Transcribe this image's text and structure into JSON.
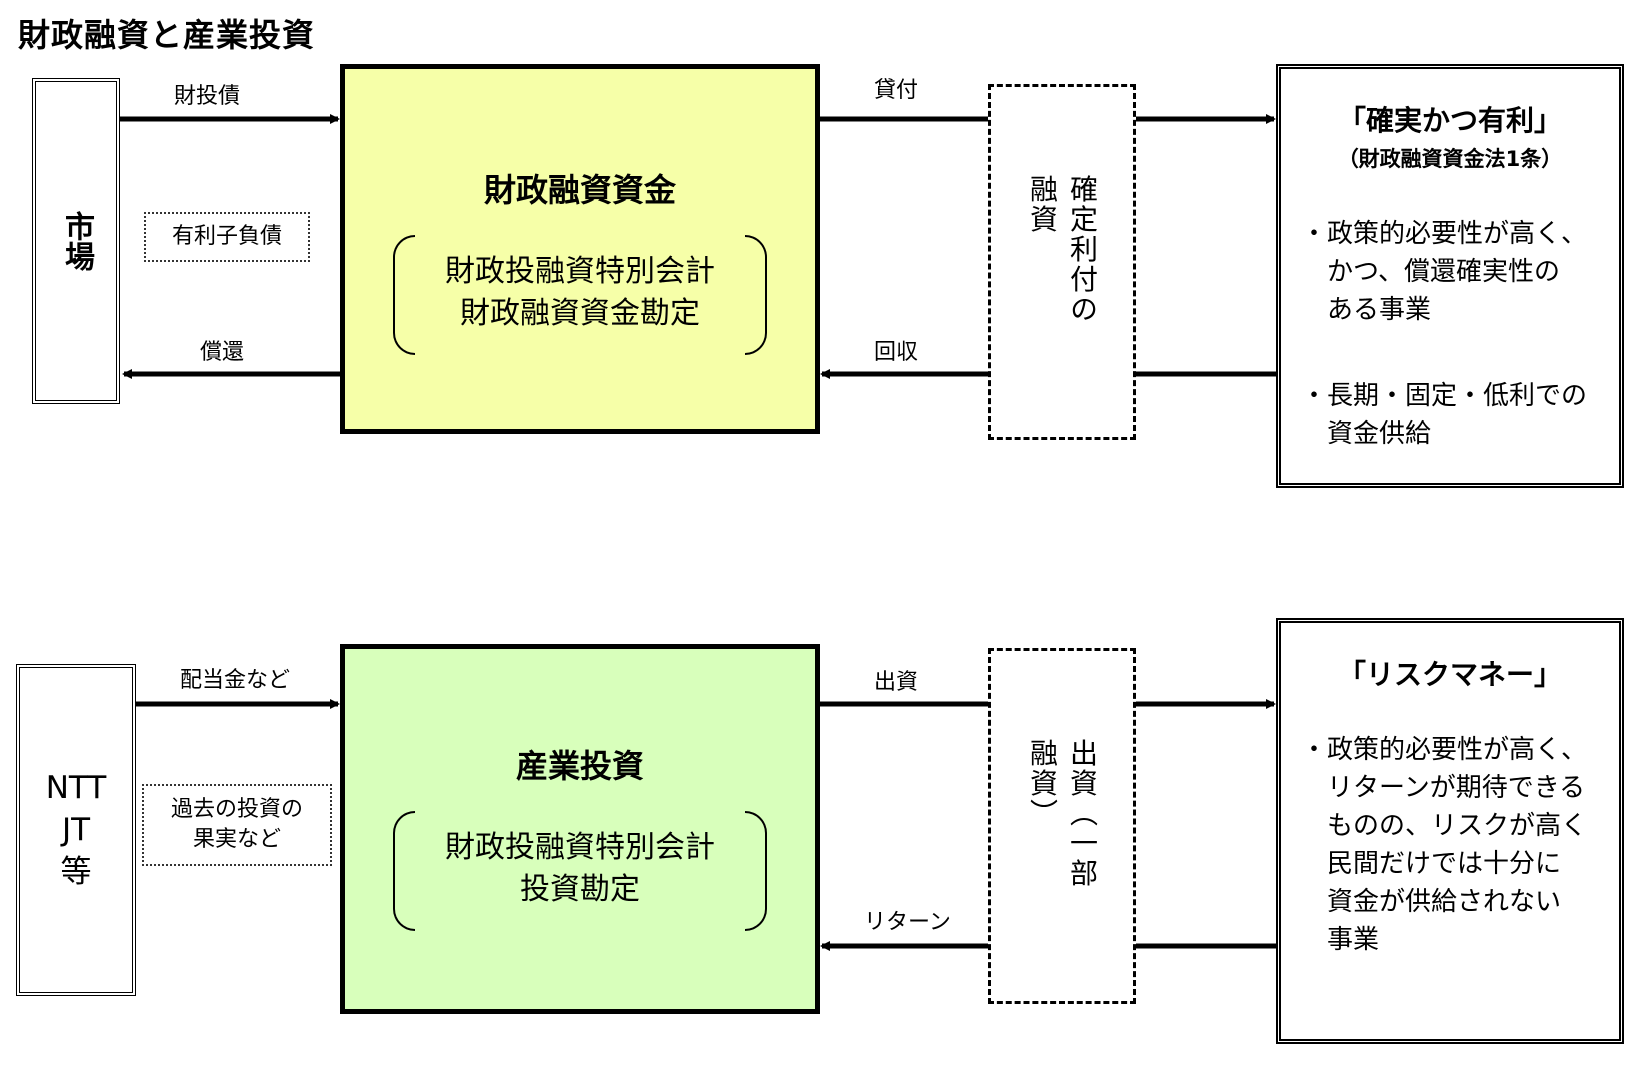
{
  "title": "財政融資と産業投資",
  "top": {
    "market_label": "市場",
    "arrow_in_label": "財投債",
    "arrow_out_label": "償還",
    "debt_label": "有利子負債",
    "main_title": "財政融資資金",
    "account_line1": "財政投融資特別会計",
    "account_line2": "財政融資資金勘定",
    "lend_label": "貸付",
    "collect_label": "回収",
    "middle_label": "確定利付の融資",
    "right_heading": "「確実かつ有利」",
    "right_subheading": "（財政融資資金法1条）",
    "right_lines": [
      "・政策的必要性が高く、",
      "　かつ、償還確実性の",
      "　ある事業",
      "",
      "・長期・固定・低利での",
      "　資金供給"
    ]
  },
  "bottom": {
    "source_lines": [
      "NTT",
      "JT",
      "等"
    ],
    "arrow_in_label": "配当金など",
    "past_label_line1": "過去の投資の",
    "past_label_line2": "果実など",
    "main_title": "産業投資",
    "account_line1": "財政投融資特別会計",
    "account_line2": "投資勘定",
    "invest_label": "出資",
    "return_label": "リターン",
    "middle_label": "出資（一部融資）",
    "right_heading": "「リスクマネー」",
    "right_lines": [
      "・政策的必要性が高く、",
      "　リターンが期待できる",
      "　ものの、リスクが高く",
      "　民間だけでは十分に",
      "　資金が供給されない",
      "　事業"
    ]
  }
}
